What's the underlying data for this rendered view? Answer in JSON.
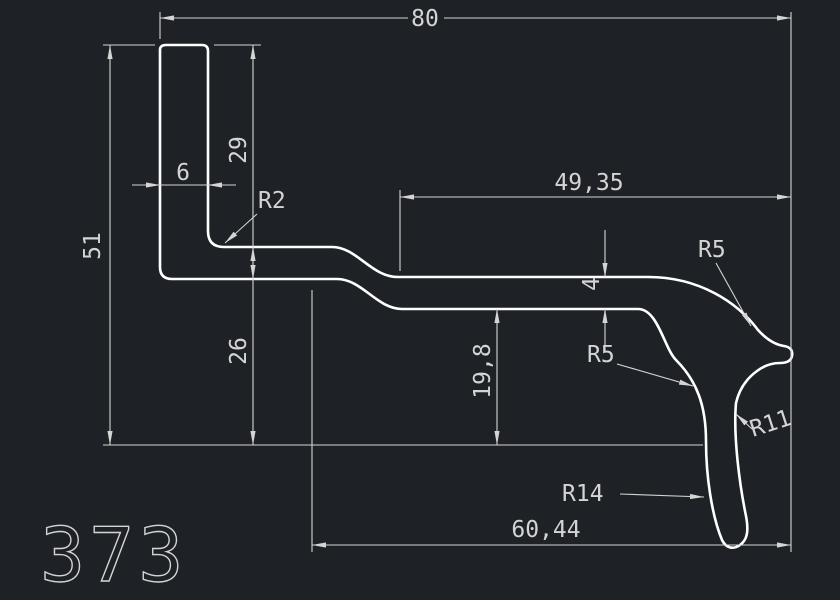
{
  "app": {
    "background": "#1e2227",
    "profile_color": "#ffffff",
    "dimension_color": "#d4d4d4"
  },
  "drawing": {
    "part_number": "373",
    "dimensions": {
      "total_width": "80",
      "leg_width": "6",
      "leg_depth": "29",
      "total_height": "51",
      "step_depth": "26",
      "web_length": "49,35",
      "web_thickness": "4",
      "drop_height": "19,8",
      "hook_span": "60,44"
    },
    "radius_labels": {
      "corner_fillet": "R2",
      "tip_outer": "R5",
      "web_fillet": "R5",
      "hook_inner": "R11",
      "hook_outer": "R14"
    }
  }
}
